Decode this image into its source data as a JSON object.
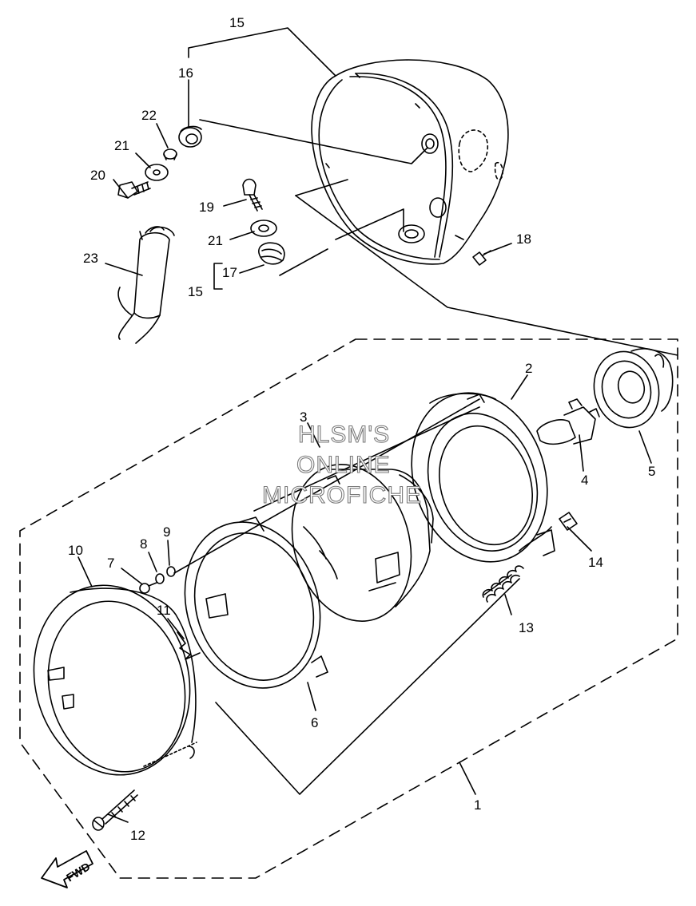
{
  "callouts": {
    "c1": "1",
    "c2": "2",
    "c3": "3",
    "c4": "4",
    "c5": "5",
    "c6": "6",
    "c7": "7",
    "c8": "8",
    "c9": "9",
    "c10": "10",
    "c11": "11",
    "c12": "12",
    "c13": "13",
    "c14": "14",
    "c15_top": "15",
    "c15_side": "15",
    "c16": "16",
    "c17": "17",
    "c18": "18",
    "c19": "19",
    "c20": "20",
    "c21_a": "21",
    "c21_b": "21",
    "c22": "22",
    "c23": "23"
  },
  "watermark": {
    "line1": "HLSM'S",
    "line2": "ONLINE",
    "line3": "MICROFICHE"
  },
  "direction_arrow": {
    "label": "FWD",
    "icon": "fwd-arrow-icon"
  },
  "colors": {
    "ink": "#000000",
    "watermark_outline": "#7a7a7a"
  }
}
